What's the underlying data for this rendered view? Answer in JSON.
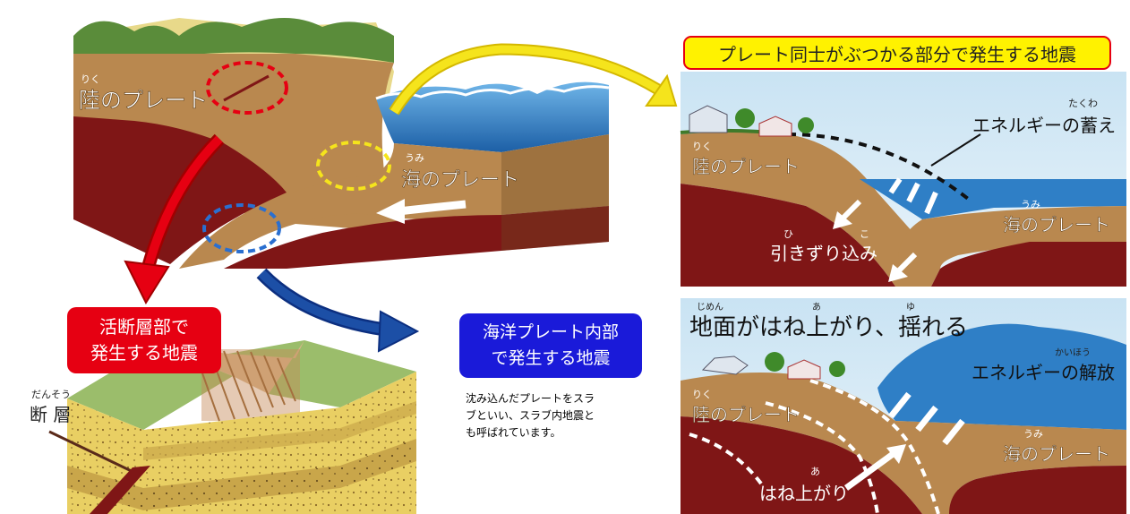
{
  "main_block": {
    "land_plate_ruby": "りく",
    "land_plate": "陸のプレート",
    "sea_plate_ruby": "うみ",
    "sea_plate": "海のプレート"
  },
  "fault_block": {
    "fault_ruby": "だんそう",
    "fault": "断 層"
  },
  "labels": {
    "active_fault_quake": "活断層部で\n発生する地震",
    "intraplate_quake": "海洋プレート内部\nで発生する地震",
    "slab_note": "沈み込んだプレートをスラ\nブといい、スラブ内地震と\nも呼ばれています。"
  },
  "panel_top": {
    "title": "プレート同士がぶつかる部分で発生する地震",
    "energy_ruby": "たくわ",
    "energy": "エネルギーの蓄え",
    "land_ruby": "りく",
    "land_plate": "陸のプレート",
    "sea_ruby": "うみ",
    "sea_plate": "海のプレート",
    "drag_ruby": "ひ",
    "drag_ruby2": "こ",
    "drag": "引きずり込み"
  },
  "panel_bottom": {
    "heading_ruby1": "じめん",
    "heading_ruby2": "あ",
    "heading_ruby3": "ゆ",
    "heading": "地面がはね上がり、揺れる",
    "release_ruby": "かいほう",
    "release": "エネルギーの解放",
    "land_ruby": "りく",
    "land_plate": "陸のプレート",
    "sea_ruby": "うみ",
    "sea_plate": "海のプレート",
    "rebound_ruby": "あ",
    "rebound": "はね上がり"
  },
  "colors": {
    "land_brown": "#b9884f",
    "mantle_red": "#7f1616",
    "sea_blue": "#2f7fc6",
    "grass_green": "#5a8c3a",
    "red_box": "#e60012",
    "blue_box": "#1a1ad9",
    "yellow_arrow": "#f5e41c"
  }
}
